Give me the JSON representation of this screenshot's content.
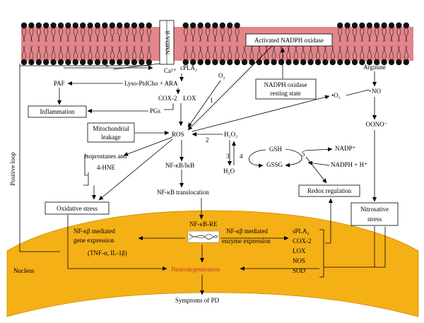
{
  "colors": {
    "membrane": "#e3858a",
    "lipid_head": "#111111",
    "nucleus": "#f5b016",
    "nucleus_stroke": "#c98a00",
    "neurodegeneration": "#c0392b"
  },
  "labels": {
    "nmda_r": "NMDA-R",
    "ca": "Ca²⁺",
    "cpla2": "cPLA₂",
    "plus": "+",
    "activated_nadph": "Activated NADPH oxidase",
    "nadph_resting_1": "NADPH oxidase",
    "nadph_resting_2": "resting state",
    "arginine": "Arginine",
    "plus_no": "+NO",
    "oono": "OONO⁻",
    "paf": "PAF",
    "lyso": "Lyso-PtdCho + ARA",
    "o2": "O₂",
    "o2_radical": "•O₂",
    "cox2": "COX-2",
    "lox": "LOX",
    "num1": "1",
    "num2": "2",
    "num3": "3",
    "num4": "4",
    "num5": "5",
    "inflammation": "Inflammation",
    "pgs": "PGs",
    "mito_1": "Mitochondrial",
    "mito_2": "leakage",
    "ros": "ROS",
    "h2o2": "H₂O₂",
    "h2o": "H₂O",
    "gsh": "GSH",
    "gssg": "GSSG",
    "nadp": "NADP⁺",
    "nadph_h": "NADPH + H⁺",
    "positive_loop": "Positive loop",
    "iso_1": "Isoprostanes and",
    "iso_2": "4-HNE",
    "nfkb_ikb": "NF-κB/IκB",
    "nfkb_trans": "NF-κB translocation",
    "redox": "Redox regulation",
    "oxidative": "Oxidative stress",
    "nitrosative_1": "Nitrosative",
    "nitrosative_2": "stress",
    "nfkb_re": "NF-κB-RE",
    "gene_1": "NF-κβ mediated",
    "gene_2": "gene expression",
    "gene_3": "(TNF-α, IL-1β)",
    "enzyme_1": "NF-κβ mediated",
    "enzyme_2": "enzyme expression",
    "spla2": "sPLA₂",
    "cox2b": "COX-2",
    "loxb": "LOX",
    "nos": "NOS",
    "sod": "SOD",
    "nucleus": "Nucleus",
    "neurodegeneration": "Neurodegeneration",
    "symptoms": "Symptoms of PD"
  }
}
